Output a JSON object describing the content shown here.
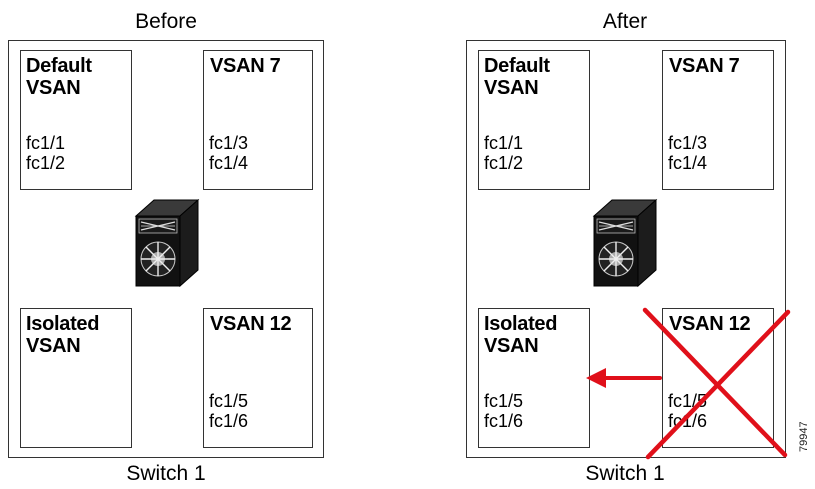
{
  "panels": [
    {
      "title": "Before",
      "footer": "Switch 1",
      "vsans": {
        "default": {
          "name": "Default\nVSAN",
          "ports": [
            "fc1/1",
            "fc1/2"
          ]
        },
        "vsan7": {
          "name": "VSAN 7",
          "ports": [
            "fc1/3",
            "fc1/4"
          ]
        },
        "isolated": {
          "name": "Isolated\nVSAN",
          "ports": []
        },
        "vsan12": {
          "name": "VSAN 12",
          "ports": [
            "fc1/5",
            "fc1/6"
          ]
        }
      }
    },
    {
      "title": "After",
      "footer": "Switch 1",
      "vsans": {
        "default": {
          "name": "Default\nVSAN",
          "ports": [
            "fc1/1",
            "fc1/2"
          ]
        },
        "vsan7": {
          "name": "VSAN 7",
          "ports": [
            "fc1/3",
            "fc1/4"
          ]
        },
        "isolated": {
          "name": "Isolated\nVSAN",
          "ports": [
            "fc1/5",
            "fc1/6"
          ]
        },
        "vsan12": {
          "name": "VSAN 12",
          "ports": [
            "fc1/5",
            "fc1/6"
          ]
        }
      }
    }
  ],
  "figure_id": "79947",
  "colors": {
    "delete_cross": "#e0101a",
    "move_arrow": "#e0101a",
    "border": "#333333"
  },
  "icons": {
    "switch": "mds-switch-icon",
    "delete": "delete-cross-icon",
    "move": "move-arrow-icon"
  }
}
